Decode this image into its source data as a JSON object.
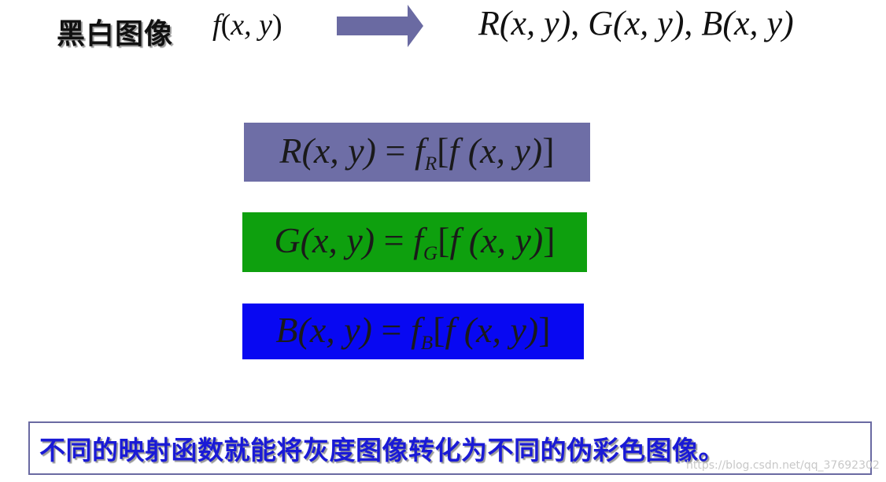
{
  "header": {
    "label": "黑白图像",
    "input_expression": {
      "func": "f",
      "open": "(",
      "args": "x, y",
      "close": ")"
    },
    "output_expression": {
      "r": "R",
      "g": "G",
      "b": "B",
      "args": "(x, y)",
      "sep": ", "
    }
  },
  "arrow": {
    "icon": "right-arrow-icon",
    "color": "#6a6aa2"
  },
  "equations": [
    {
      "channel": "R",
      "lhs_args": "(x, y)",
      "eq": " = ",
      "func": "f",
      "subscript": "R",
      "rhs_open": "[",
      "inner_func": "f",
      "inner_args": " (x, y)",
      "rhs_close": "]",
      "box_color": "#6e6ea6"
    },
    {
      "channel": "G",
      "lhs_args": "(x, y)",
      "eq": " = ",
      "func": "f",
      "subscript": "G",
      "rhs_open": "[",
      "inner_func": "f",
      "inner_args": " (x, y)",
      "rhs_close": "]",
      "box_color": "#0ea00e"
    },
    {
      "channel": "B",
      "lhs_args": "(x, y)",
      "eq": " = ",
      "func": "f",
      "subscript": "B",
      "rhs_open": "[",
      "inner_func": "f",
      "inner_args": " (x, y)",
      "rhs_close": "]",
      "box_color": "#0808f2"
    }
  ],
  "conclusion": {
    "text": "不同的映射函数就能将灰度图像转化为不同的伪彩色图像。",
    "border_color": "#6a6aa2",
    "text_color": "#1a1ad6"
  },
  "watermark": {
    "text": "https://blog.csdn.net/qq_37692302"
  }
}
